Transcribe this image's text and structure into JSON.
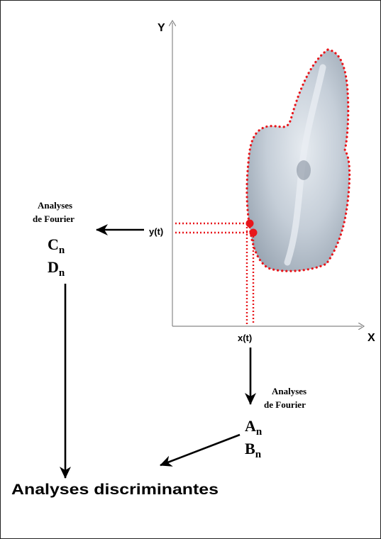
{
  "axes": {
    "y_label": "Y",
    "x_label": "X",
    "yt_label": "y(t)",
    "xt_label": "x(t)"
  },
  "left_block": {
    "fourier_line1": "Analyses",
    "fourier_line2": "de Fourier",
    "coef1_main": "C",
    "coef1_sub": "n",
    "coef2_main": "D",
    "coef2_sub": "n"
  },
  "right_block": {
    "fourier_line1": "Analyses",
    "fourier_line2": "de Fourier",
    "coef1_main": "A",
    "coef1_sub": "n",
    "coef2_main": "B",
    "coef2_sub": "n"
  },
  "result_label": "Analyses discriminantes",
  "colors": {
    "outline": "#e8161b",
    "axis": "#888888",
    "arrow": "#000000",
    "specimen": "#c9d2dc"
  }
}
